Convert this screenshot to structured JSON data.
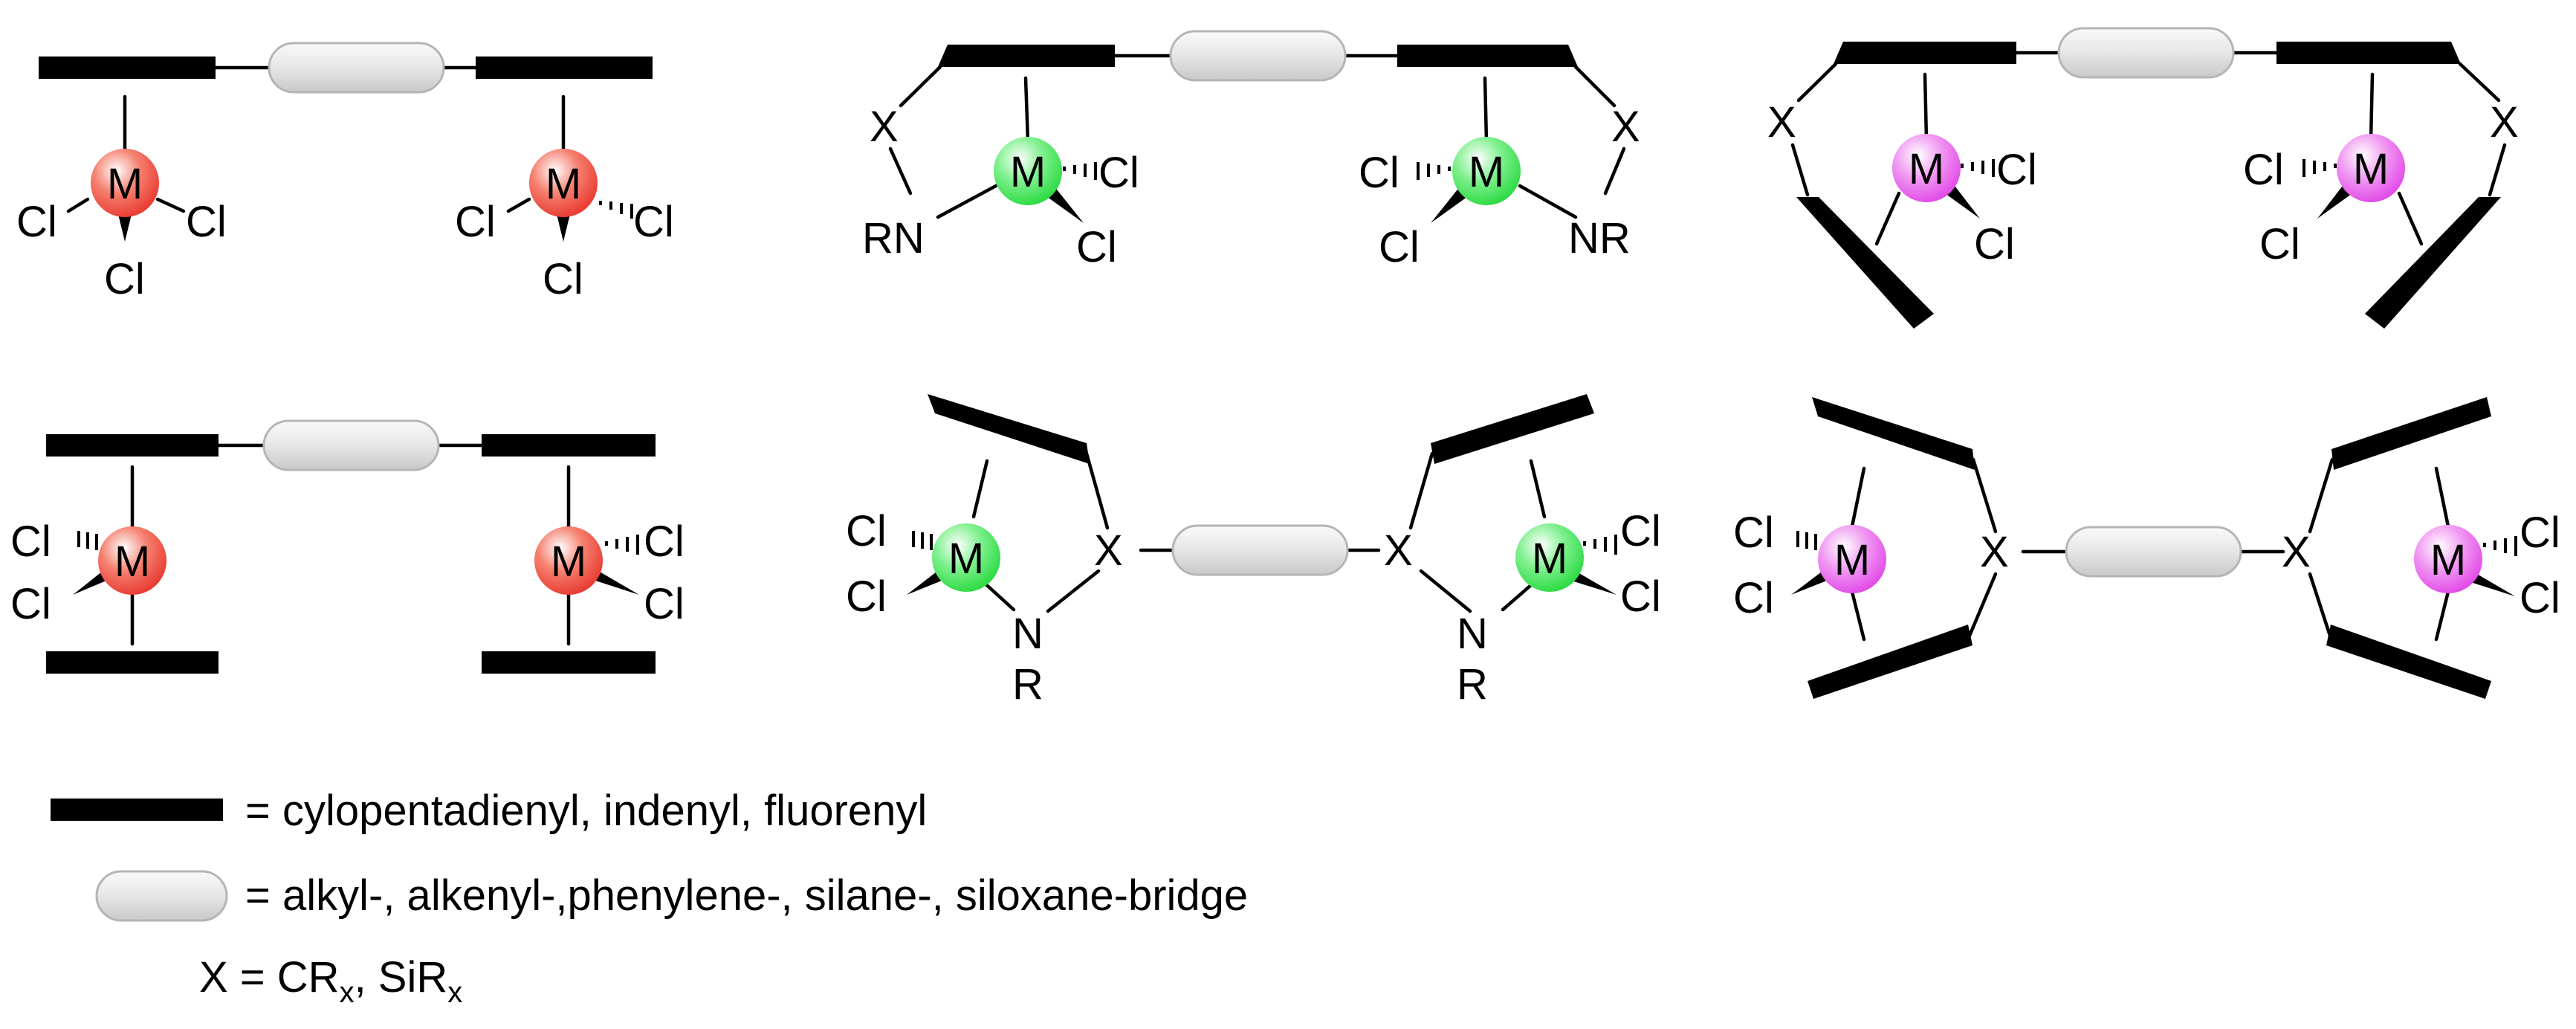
{
  "diagram": {
    "labels": {
      "metal": "M",
      "chlorine": "Cl",
      "bridge_atom": "X",
      "amido_left": "RN",
      "amido_right": "NR",
      "nitrogen": "N",
      "r_group": "R"
    },
    "colors": {
      "metal_red": "#e8322a",
      "metal_green": "#22d83a",
      "metal_magenta": "#e040e6",
      "ring_bar": "#000000",
      "bridge_fill": "#e4e4e4",
      "bridge_edge": "#b5b5b5"
    },
    "structures": [
      {
        "name": "bridged-half-sandwich-trichloride-dimer",
        "metal_color": "red"
      },
      {
        "name": "bridged-constrained-geometry-dimer-ring-linked",
        "metal_color": "green"
      },
      {
        "name": "bridged-ansa-metallocene-dimer-ring-linked",
        "metal_color": "magenta"
      },
      {
        "name": "bridged-metallocene-dichloride-dimer",
        "metal_color": "red"
      },
      {
        "name": "bridged-constrained-geometry-dimer-x-linked",
        "metal_color": "green"
      },
      {
        "name": "bridged-ansa-metallocene-dimer-x-linked",
        "metal_color": "magenta"
      }
    ],
    "legend": {
      "ring_text": "= cylopentadienyl, indenyl, fluorenyl",
      "bridge_text": "= alkyl-, alkenyl-,phenylene-, silane-, siloxane-bridge",
      "x_prefix": "X = CR",
      "x_sub1": "x",
      "x_mid": ", SiR",
      "x_sub2": "x"
    }
  }
}
